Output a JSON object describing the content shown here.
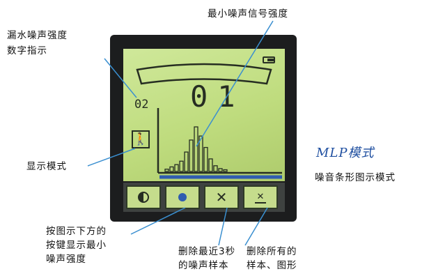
{
  "callouts": {
    "min_noise_signal": "最小噪声信号强度",
    "leak_noise_digital": "漏水噪声强度\n数字指示",
    "display_mode": "显示模式",
    "press_key_min_noise": "按图示下方的\n按键显示最小\n噪声强度",
    "delete_last_3s": "删除最近3秒\n的噪声样本",
    "delete_all": "删除所有的\n样本、图形"
  },
  "mode": {
    "title": "MLP模式",
    "subtitle": "噪音条形图示模式"
  },
  "lcd": {
    "small_readout": "02",
    "main_readout": "01"
  },
  "bar_levels": [
    0.04,
    0.08,
    0.12,
    0.18,
    0.34,
    0.55,
    0.78,
    0.62,
    0.42,
    0.22,
    0.1,
    0.05,
    0.03
  ],
  "colors": {
    "lcd_background": "#c2df84",
    "lcd_ink": "#2a3324",
    "leader_line": "#3a8fd0",
    "mlp_title": "#1f4fa0"
  },
  "icons": {
    "display_mode": "walking-person-icon",
    "key1": "half-circle-icon",
    "key2": "blue-dot-icon",
    "key3": "x-icon",
    "key4": "boxed-x-icon"
  }
}
